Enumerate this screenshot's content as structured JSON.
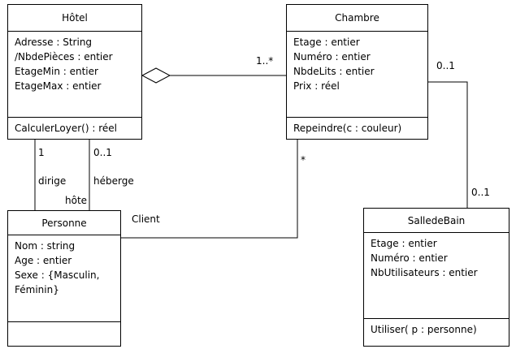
{
  "classes": {
    "hotel": {
      "name": "Hôtel",
      "attributes": [
        "Adresse : String",
        "/NbdePièces : entier",
        "EtageMin : entier",
        "EtageMax : entier"
      ],
      "operations": [
        "CalculerLoyer() : réel"
      ]
    },
    "chambre": {
      "name": "Chambre",
      "attributes": [
        "Etage : entier",
        "Numéro : entier",
        "NbdeLits : entier",
        "Prix : réel"
      ],
      "operations": [
        "Repeindre(c : couleur)"
      ]
    },
    "personne": {
      "name": "Personne",
      "attributes": [
        "Nom : string",
        "Age : entier",
        "Sexe : {Masculin,",
        "Féminin}"
      ],
      "operations": []
    },
    "salledebain": {
      "name": "SalledeBain",
      "attributes": [
        "Etage : entier",
        "Numéro : entier",
        "NbUtilisateurs : entier"
      ],
      "operations": [
        "Utiliser( p : personne)"
      ]
    }
  },
  "associations": {
    "hotel_chambre": {
      "multiplicity_chambre": "1..*"
    },
    "chambre_salledebain": {
      "multiplicity_chambre": "0..1",
      "multiplicity_salledebain": "0..1"
    },
    "hotel_personne_dirige": {
      "multiplicity": "1",
      "name": "dirige"
    },
    "hotel_personne_heberge": {
      "multiplicity": "0..1",
      "name": "héberge",
      "role": "hôte"
    },
    "chambre_personne": {
      "multiplicity": "*",
      "role": "Client"
    }
  }
}
